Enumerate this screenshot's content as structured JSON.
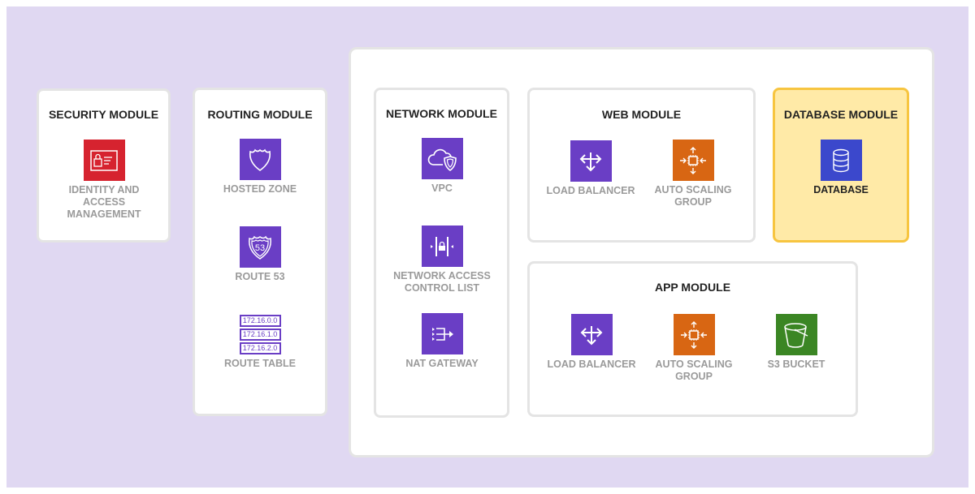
{
  "colors": {
    "background": "#e0d8f2",
    "purple": "#6a3ec5",
    "red": "#d6232f",
    "orange": "#d86613",
    "green": "#3b8624",
    "blue": "#3b48cc",
    "db_highlight": "#ffeaa7",
    "db_border": "#f7c540"
  },
  "modules": {
    "security": {
      "title": "SECURITY MODULE",
      "items": [
        {
          "label": "IDENTITY AND ACCESS MANAGEMENT",
          "icon": "iam-icon"
        }
      ]
    },
    "routing": {
      "title": "ROUTING MODULE",
      "items": [
        {
          "label": "HOSTED ZONE",
          "icon": "shield-icon"
        },
        {
          "label": "ROUTE 53",
          "icon": "route53-icon"
        },
        {
          "label": "ROUTE TABLE",
          "icon": "route-table-icon",
          "entries": [
            "172.16.0.0",
            "172.16.1.0",
            "172.16.2.0"
          ]
        }
      ]
    },
    "network": {
      "title": "NETWORK MODULE",
      "items": [
        {
          "label": "VPC",
          "icon": "vpc-icon"
        },
        {
          "label": "NETWORK ACCESS CONTROL LIST",
          "icon": "nacl-icon"
        },
        {
          "label": "NAT GATEWAY",
          "icon": "nat-gateway-icon"
        }
      ]
    },
    "web": {
      "title": "WEB MODULE",
      "items": [
        {
          "label": "LOAD BALANCER",
          "icon": "load-balancer-icon"
        },
        {
          "label": "AUTO SCALING GROUP",
          "icon": "auto-scaling-icon"
        }
      ]
    },
    "database": {
      "title": "DATABASE MODULE",
      "items": [
        {
          "label": "DATABASE",
          "icon": "database-icon"
        }
      ]
    },
    "app": {
      "title": "APP MODULE",
      "items": [
        {
          "label": "LOAD BALANCER",
          "icon": "load-balancer-icon"
        },
        {
          "label": "AUTO SCALING GROUP",
          "icon": "auto-scaling-icon"
        },
        {
          "label": "S3 BUCKET",
          "icon": "s3-bucket-icon"
        }
      ]
    }
  }
}
